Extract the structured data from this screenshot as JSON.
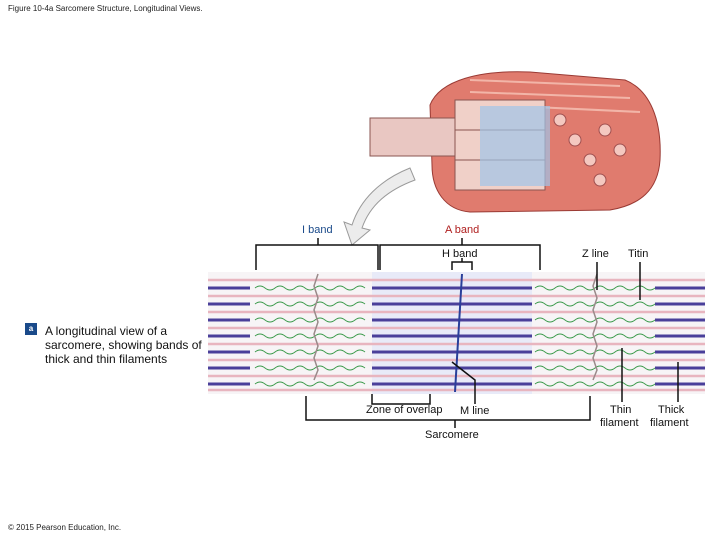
{
  "figure_title": "Figure 10-4a Sarcomere Structure, Longitudinal Views.",
  "labels": {
    "i_band": "I band",
    "a_band": "A band",
    "h_band": "H band",
    "z_line": "Z line",
    "titin": "Titin",
    "zone_of_overlap": "Zone of overlap",
    "m_line": "M line",
    "sarcomere": "Sarcomere",
    "thin_filament_1": "Thin",
    "thin_filament_2": "filament",
    "thick_filament_1": "Thick",
    "thick_filament_2": "filament"
  },
  "caption": {
    "letter": "a",
    "text": "A longitudinal view of a sarcomere, showing bands of thick and thin filaments"
  },
  "copyright": "© 2015 Pearson Education, Inc.",
  "colors": {
    "thick_filament": "#4a3f9a",
    "thin_filament": "#e8b5bf",
    "titin": "#3a9a4a",
    "z_line": "#9a8a8a",
    "m_line": "#2a3f9a",
    "a_band_shade": "#e8eaf8",
    "tissue_red": "#d97468",
    "label_blue": "#1a4a8a",
    "label_red": "#b02020"
  }
}
